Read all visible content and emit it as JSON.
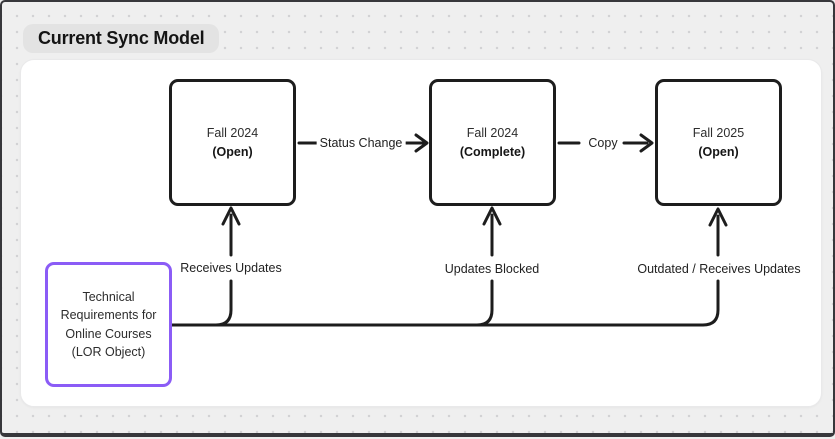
{
  "frame": {
    "title": "Current Sync Model"
  },
  "diagram": {
    "nodes": [
      {
        "name": "fall-2024-open",
        "lines": [
          "Fall 2024",
          "(Open)"
        ]
      },
      {
        "name": "fall-2024-complete",
        "lines": [
          "Fall 2024",
          "(Complete)"
        ]
      },
      {
        "name": "fall-2025-open",
        "lines": [
          "Fall 2025",
          "(Open)"
        ]
      },
      {
        "name": "lor-object",
        "lines": [
          "Technical",
          "Requirements for",
          "Online Courses",
          "(LOR Object)"
        ]
      }
    ],
    "edge_labels": {
      "status_change": "Status Change",
      "copy": "Copy",
      "receives_updates": "Receives Updates",
      "updates_blocked": "Updates Blocked",
      "outdated_receives_updates": "Outdated / Receives Updates"
    },
    "colors": {
      "node_stroke": "#1d1d1d",
      "lor_stroke": "#8b5cf6",
      "canvas_bg": "#efefef",
      "surface": "#ffffff",
      "pill_bg": "#e3e3e3"
    }
  }
}
